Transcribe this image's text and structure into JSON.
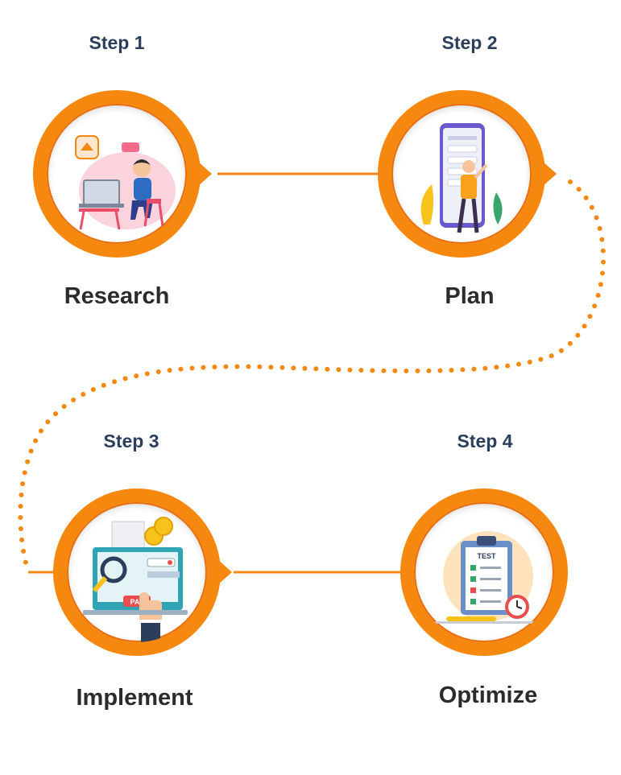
{
  "colors": {
    "accent": "#f7880f",
    "step_label": "#2b3e5c",
    "title": "#2b2b2b"
  },
  "steps": [
    {
      "label": "Step 1",
      "title": "Research",
      "icon": "person-at-laptop-icon"
    },
    {
      "label": "Step 2",
      "title": "Plan",
      "icon": "phone-planning-icon"
    },
    {
      "label": "Step 3",
      "title": "Implement",
      "icon": "online-payment-icon"
    },
    {
      "label": "Step 4",
      "title": "Optimize",
      "icon": "test-checklist-icon",
      "icon_text": "TEST"
    }
  ],
  "payment_illustration": {
    "button_text": "PAY"
  }
}
